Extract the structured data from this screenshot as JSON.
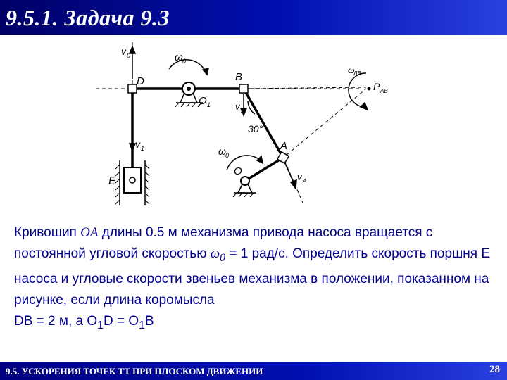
{
  "header": {
    "title": "9.5.1. Задача 9.3"
  },
  "figure": {
    "labels": {
      "v0": "v",
      "v0_sub": "0",
      "w0_top": "ω",
      "w0_top_sub": "0",
      "D": "D",
      "B": "B",
      "O1": "O",
      "O1_sub": "1",
      "vB": "v",
      "vB_sub": "B",
      "angle": "30°",
      "wDB": "ω",
      "wDB_sub": "ДВ",
      "PAB": "P",
      "PAB_sub": "AB",
      "v1": "v",
      "v1_sub": "1",
      "E": "E",
      "w0_low": "ω",
      "w0_low_sub": "0",
      "O": "O",
      "A": "A",
      "vA": "v",
      "vA_sub": "A"
    }
  },
  "problem": {
    "p1": "Кривошип ",
    "oa": "OA",
    "p2": " длины 0.5 м механизма привода насоса вращается с постоянной угловой скоростью ",
    "omega": "ω",
    "omega_sub": "0",
    "p3": " = 1 рад/с. Определить скорость поршня Е насоса и угловые скорости звеньев механизма в положении, показанном на рисунке, если длина коромысла",
    "p4": "DB = 2 м, а O",
    "p4_sub": "1",
    "p5": "D = O",
    "p5_sub": "1",
    "p6": "B"
  },
  "footer": {
    "section": "9.5. УСКОРЕНИЯ ТОЧЕК ТТ ПРИ ПЛОСКОМ ДВИЖЕНИИ",
    "page": "28"
  }
}
